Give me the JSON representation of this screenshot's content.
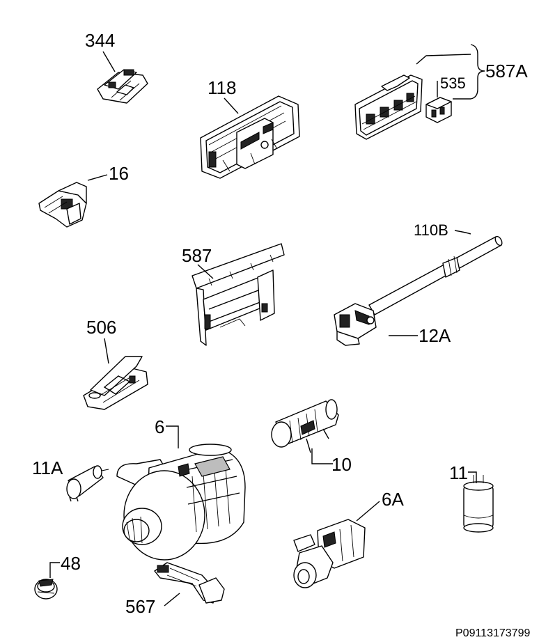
{
  "labels": {
    "p344": "344",
    "p118": "118",
    "p587A": "587A",
    "p535": "535",
    "p16": "16",
    "p110B": "110B",
    "p587": "587",
    "p12A": "12A",
    "p506": "506",
    "p6": "6",
    "p10": "10",
    "p11A": "11A",
    "p11": "11",
    "p6A": "6A",
    "p48": "48",
    "p567": "567"
  },
  "reference_code": "P09113173799"
}
